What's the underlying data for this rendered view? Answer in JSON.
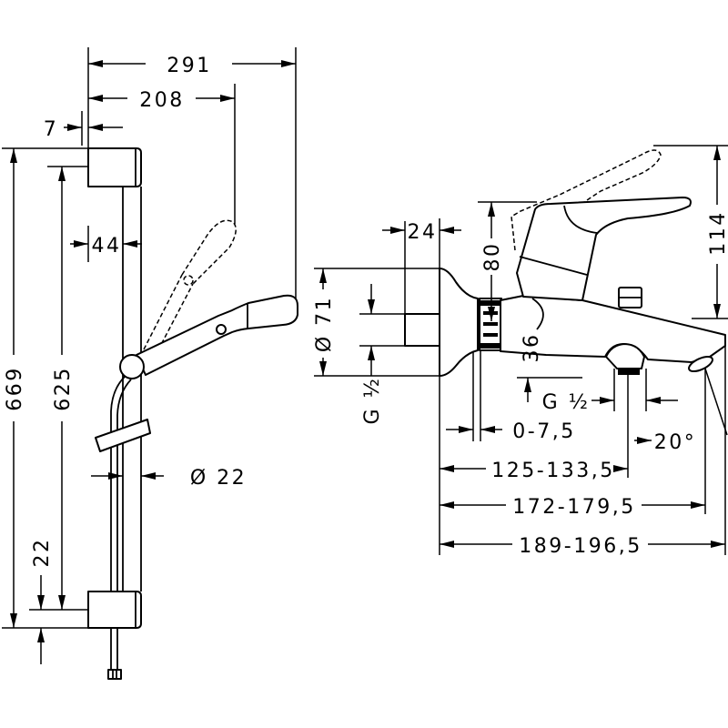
{
  "colors": {
    "line": "#000000",
    "background": "#ffffff"
  },
  "left_view": {
    "labels": {
      "overall_projection": "291",
      "hand_shower_projection": "208",
      "wall_gap": "7",
      "rail_offset": "44",
      "overall_height": "669",
      "bracket_spacing": "625",
      "bracket_height": "22",
      "rail_diameter": "Ø 22"
    }
  },
  "right_view": {
    "labels": {
      "connection_length": "24",
      "body_height": "80",
      "rosette_diameter": "Ø 71",
      "inlet_thread": "G ½",
      "outlet_height": "36",
      "overall_height": "114",
      "outlet_thread": "G ½",
      "offset_range": "0-7,5",
      "spout_angle": "20°",
      "outlet_projection": "125-133,5",
      "spout_projection": "172-179,5",
      "overall_projection": "189-196,5"
    }
  }
}
